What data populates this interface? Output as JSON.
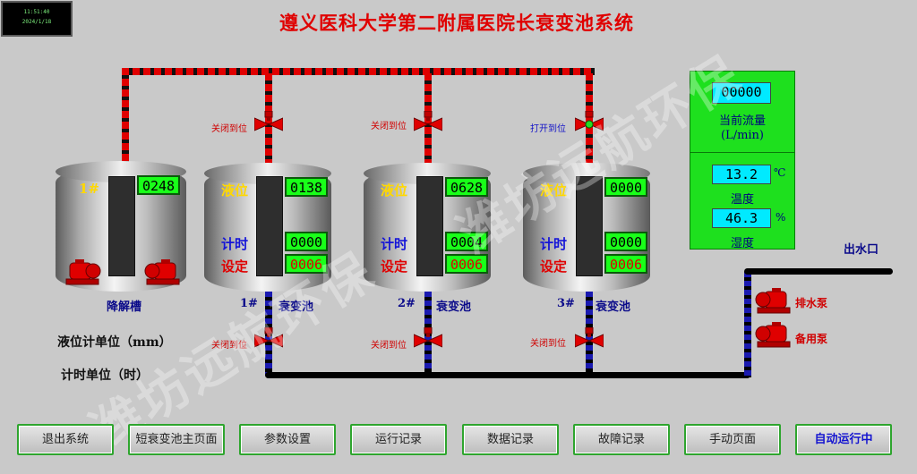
{
  "clock": {
    "time": "11:51:40",
    "date": "2024/1/18"
  },
  "title": "遵义医科大学第二附属医院长衰变池系统",
  "valves": {
    "top_1": "关闭到位",
    "top_2": "关闭到位",
    "top_3": "打开到位",
    "bottom_1": "关闭到位",
    "bottom_2": "关闭到位",
    "bottom_3": "关闭到位"
  },
  "tanks": {
    "degrade": {
      "number": "1#",
      "level": "0248",
      "name": "降解槽"
    },
    "t1": {
      "level_label": "液位",
      "timer_label": "计时",
      "set_label": "设定",
      "level": "0138",
      "timer": "0000",
      "set": "0006",
      "number": "1#",
      "name": "衰变池"
    },
    "t2": {
      "level_label": "液位",
      "timer_label": "计时",
      "set_label": "设定",
      "level": "0628",
      "timer": "0004",
      "set": "0006",
      "number": "2#",
      "name": "衰变池"
    },
    "t3": {
      "level_label": "液位",
      "timer_label": "计时",
      "set_label": "设定",
      "level": "0000",
      "timer": "0000",
      "set": "0006",
      "number": "3#",
      "name": "衰变池"
    }
  },
  "env": {
    "flow": "00000",
    "flow_label": "当前流量",
    "flow_unit": "(L/min)",
    "temp": "13.2",
    "temp_unit": "℃",
    "temp_label": "温度",
    "humid": "46.3",
    "humid_unit": "%",
    "humid_label": "湿度"
  },
  "outlet_label": "出水口",
  "pumps": {
    "drain": "排水泵",
    "backup": "备用泵"
  },
  "units": {
    "level": "液位计单位（mm）",
    "timer": "计时单位（时）"
  },
  "watermark": "潍坊远航环保",
  "buttons": [
    "退出系统",
    "短衰变池主页面",
    "参数设置",
    "运行记录",
    "数据记录",
    "故障记录",
    "手动页面",
    "自动运行中"
  ],
  "colors": {
    "background": "#c9c9c9",
    "active_pipe": "#e00000",
    "lcd_green": "#19ff19",
    "panel_green": "#1ee01e",
    "cyan": "#00eaff"
  }
}
